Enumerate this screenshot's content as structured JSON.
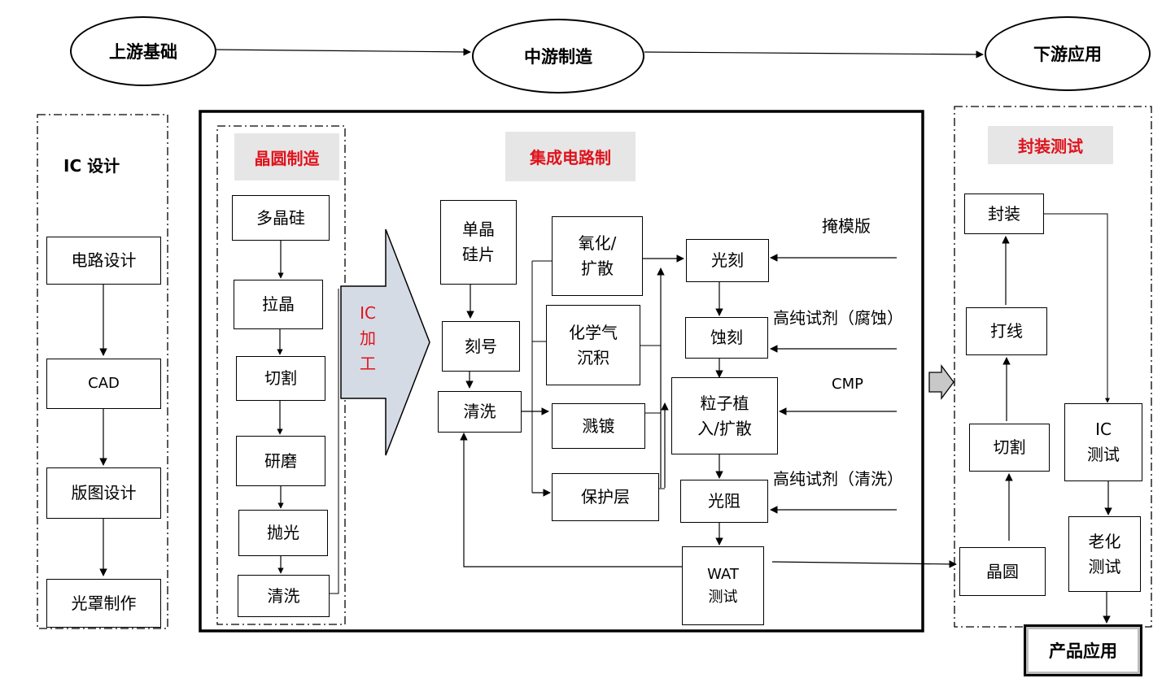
{
  "stages": {
    "upstream": "上游基础",
    "midstream": "中游制造",
    "downstream": "下游应用"
  },
  "ic_design": {
    "title": "IC 设计",
    "steps": [
      "电路设计",
      "CAD",
      "版图设计",
      "光罩制作"
    ]
  },
  "wafer_mfg": {
    "title": "晶圆制造",
    "steps": [
      "多晶硅",
      "拉晶",
      "切割",
      "研磨",
      "抛光",
      "清洗"
    ]
  },
  "ic_process_arrow": "IC\n加\n工",
  "ic_mfg": {
    "title": "集成电路制",
    "single_wafer": "单晶\n硅片",
    "marking": "刻号",
    "cleaning": "清洗",
    "oxidation": "氧化/\n扩散",
    "cvd": "化学气\n沉积",
    "sputtering": "溅镀",
    "protect": "保护层",
    "litho": "光刻",
    "etch": "蚀刻",
    "implant": "粒子植\n入/扩散",
    "resist": "光阻",
    "wat": "WAT\n测试",
    "inputs": {
      "mask": "掩模版",
      "etch_reagent": "高纯试剂（腐蚀）",
      "cmp": "CMP",
      "clean_reagent": "高纯试剂（清洗）"
    }
  },
  "packaging": {
    "title": "封装测试",
    "package": "封装",
    "wire_bond": "打线",
    "dicing": "切割",
    "wafer": "晶圆",
    "ic_test": "IC\n测试",
    "aging_test": "老化\n测试"
  },
  "product": "产品应用"
}
